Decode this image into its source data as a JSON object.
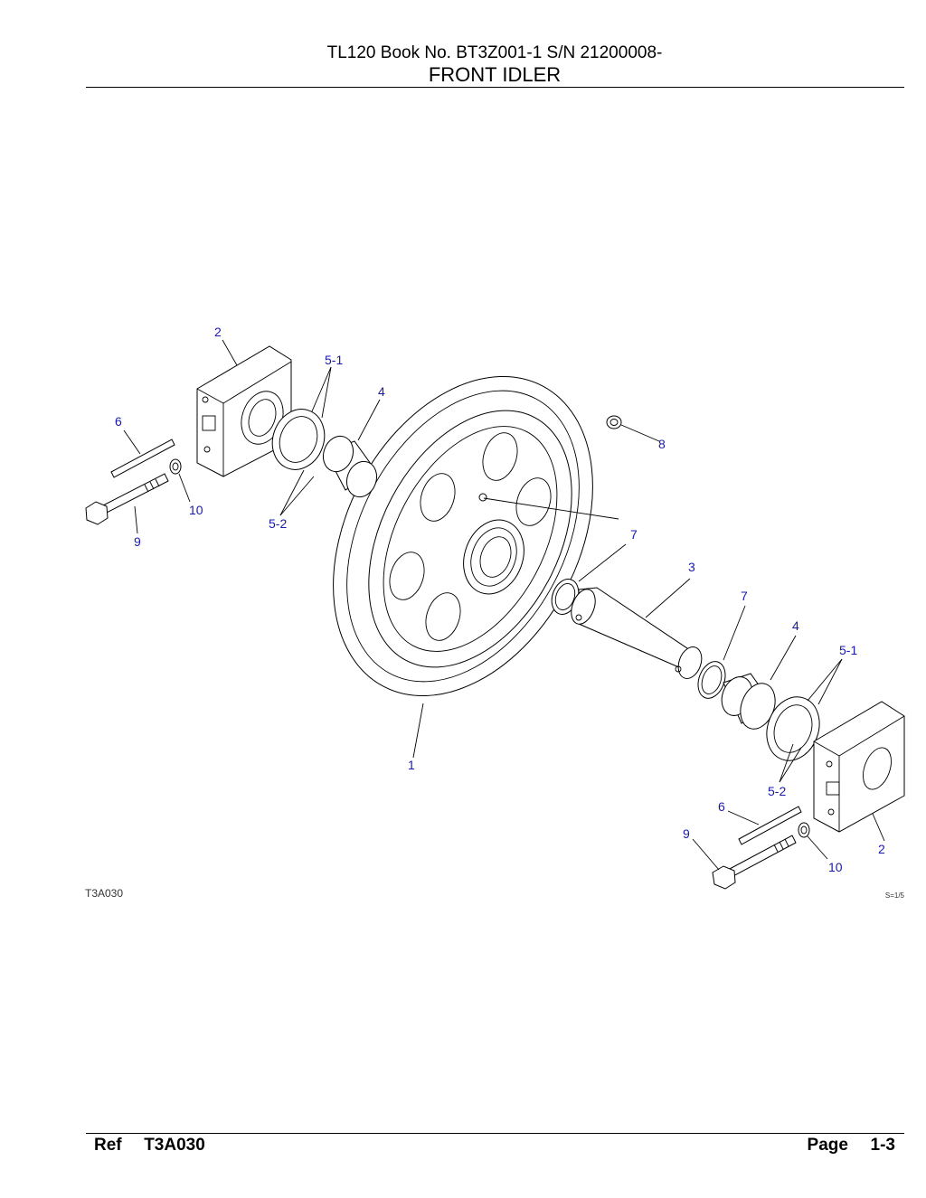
{
  "header": {
    "subtitle": "TL120  Book No. BT3Z001-1 S/N 21200008-",
    "title": "FRONT IDLER"
  },
  "figure": {
    "code": "T3A030",
    "scale": "S=1/5",
    "callouts": {
      "c1": "1",
      "c2a": "2",
      "c2b": "2",
      "c3": "3",
      "c4a": "4",
      "c4b": "4",
      "c51a": "5-1",
      "c51b": "5-1",
      "c52a": "5-2",
      "c52b": "5-2",
      "c6a": "6",
      "c6b": "6",
      "c7a": "7",
      "c7b": "7",
      "c8": "8",
      "c9a": "9",
      "c9b": "9",
      "c10a": "10",
      "c10b": "10"
    }
  },
  "footer": {
    "ref_label": "Ref",
    "ref_value": "T3A030",
    "page_label": "Page",
    "page_value": "1-3"
  },
  "colors": {
    "callout": "#1a1aa8",
    "line": "#000000"
  }
}
